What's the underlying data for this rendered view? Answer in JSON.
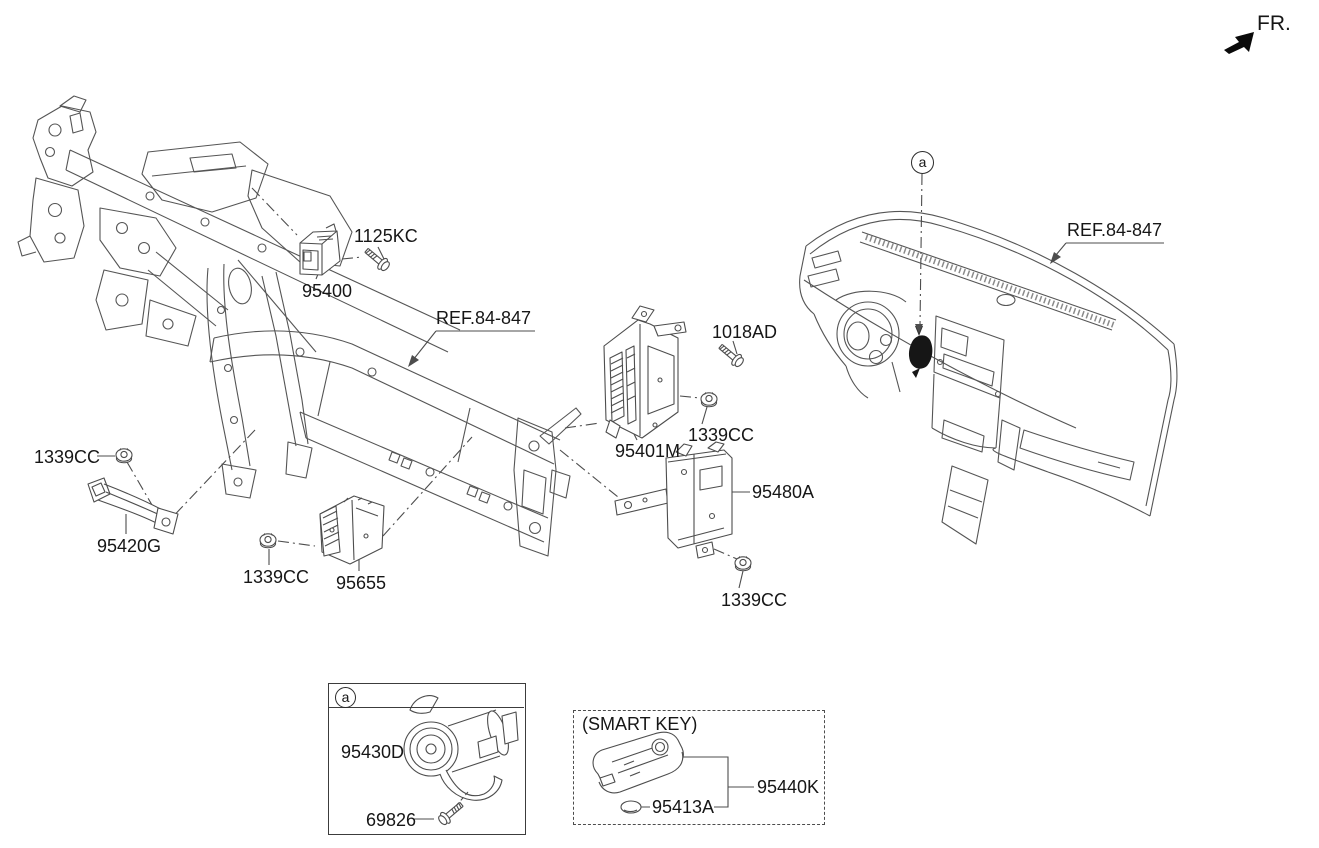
{
  "diagram": {
    "fr_indicator": "FR.",
    "ref_labels": {
      "crossmember": "REF.84-847",
      "dashboard": "REF.84-847"
    },
    "detail_markers": {
      "dashboard_location": "a",
      "detail_box": "a"
    },
    "callouts": {
      "relay": "95400",
      "relay_bolt": "1125KC",
      "junction_box": "95401M",
      "junction_box_bolt": "1018AD",
      "junction_box_nut": "1339CC",
      "smart_key_unit": "95480A",
      "smart_key_unit_nut": "1339CC",
      "antenna_nut": "1339CC",
      "antenna": "95420G",
      "module_nut": "1339CC",
      "module": "95655",
      "button_assembly": "95430D",
      "button_screw": "69826",
      "smart_key_box_title": "(SMART KEY)",
      "smart_key": "95440K",
      "smart_key_battery": "95413A"
    }
  }
}
